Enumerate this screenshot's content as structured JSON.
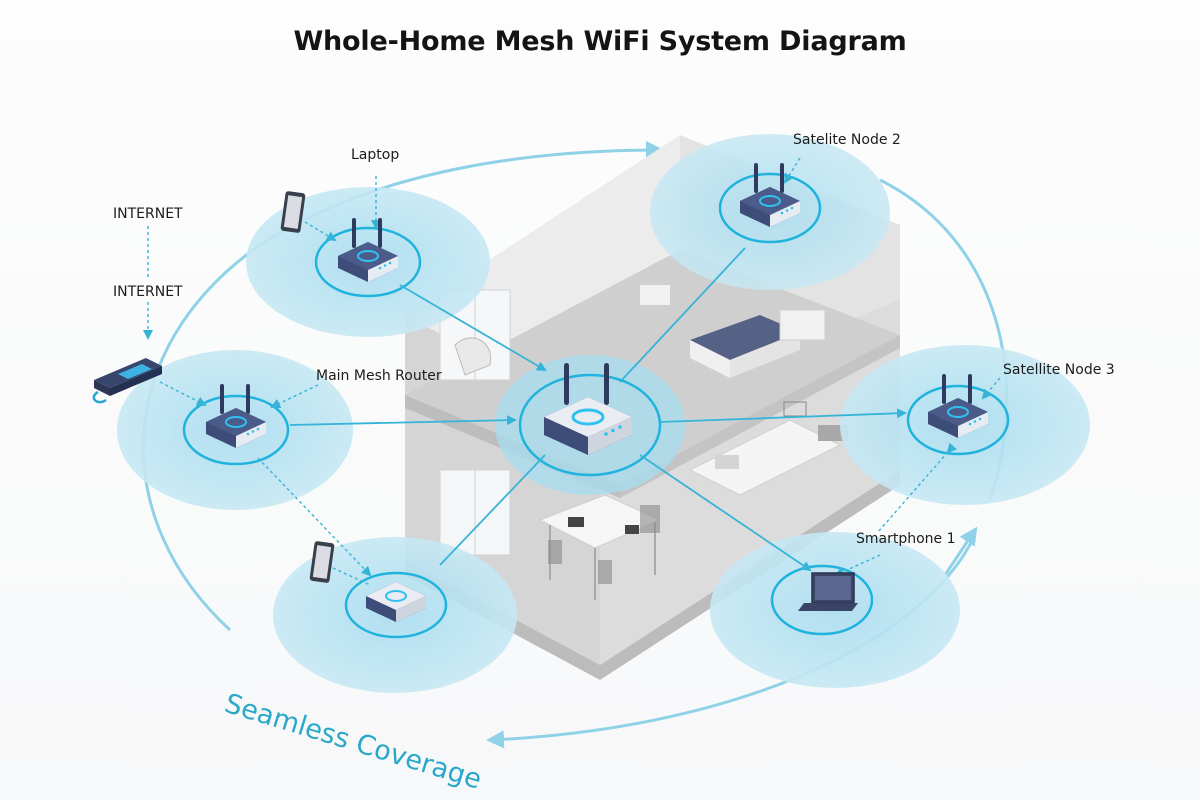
{
  "title": "Whole-Home Mesh WiFi System Diagram",
  "labels": {
    "internet_top": "INTERNET",
    "internet_mid": "INTERNET",
    "laptop": "Laptop",
    "main_router": "Main Mesh Router",
    "satellite_2": "Satelite Node 2",
    "satellite_3": "Satellite Node 3",
    "smartphone_1": "Smartphone 1",
    "seamless": "Seamless Coverage"
  },
  "colors": {
    "coverage_fill": "#bfe5f2",
    "coverage_ring": "#1fb3dd",
    "link_line": "#36b4d8",
    "router_body": "#3d4c78",
    "router_top": "#e9edf3",
    "house_wall": "#dedede",
    "house_floor": "#c9c9c9"
  },
  "icons": [
    "modem-icon",
    "router-icon",
    "tablet-icon",
    "laptop-icon",
    "house-icon"
  ]
}
